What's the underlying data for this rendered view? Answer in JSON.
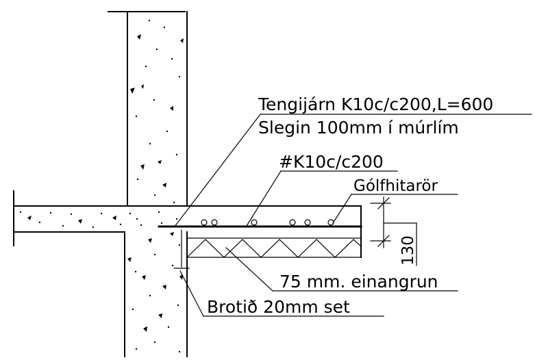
{
  "labels": {
    "tengijarn": "Tengijárn K10c/c200,L=600",
    "slegin": "Slegin 100mm í múrlím",
    "rebar": "#K10c/c200",
    "golfhitaror": "Gólfhitarör",
    "dimension": "130",
    "einangrun": "75 mm. einangrun",
    "brotid": "Brotið 20mm set"
  },
  "colors": {
    "line": "#000000",
    "background": "#ffffff"
  }
}
